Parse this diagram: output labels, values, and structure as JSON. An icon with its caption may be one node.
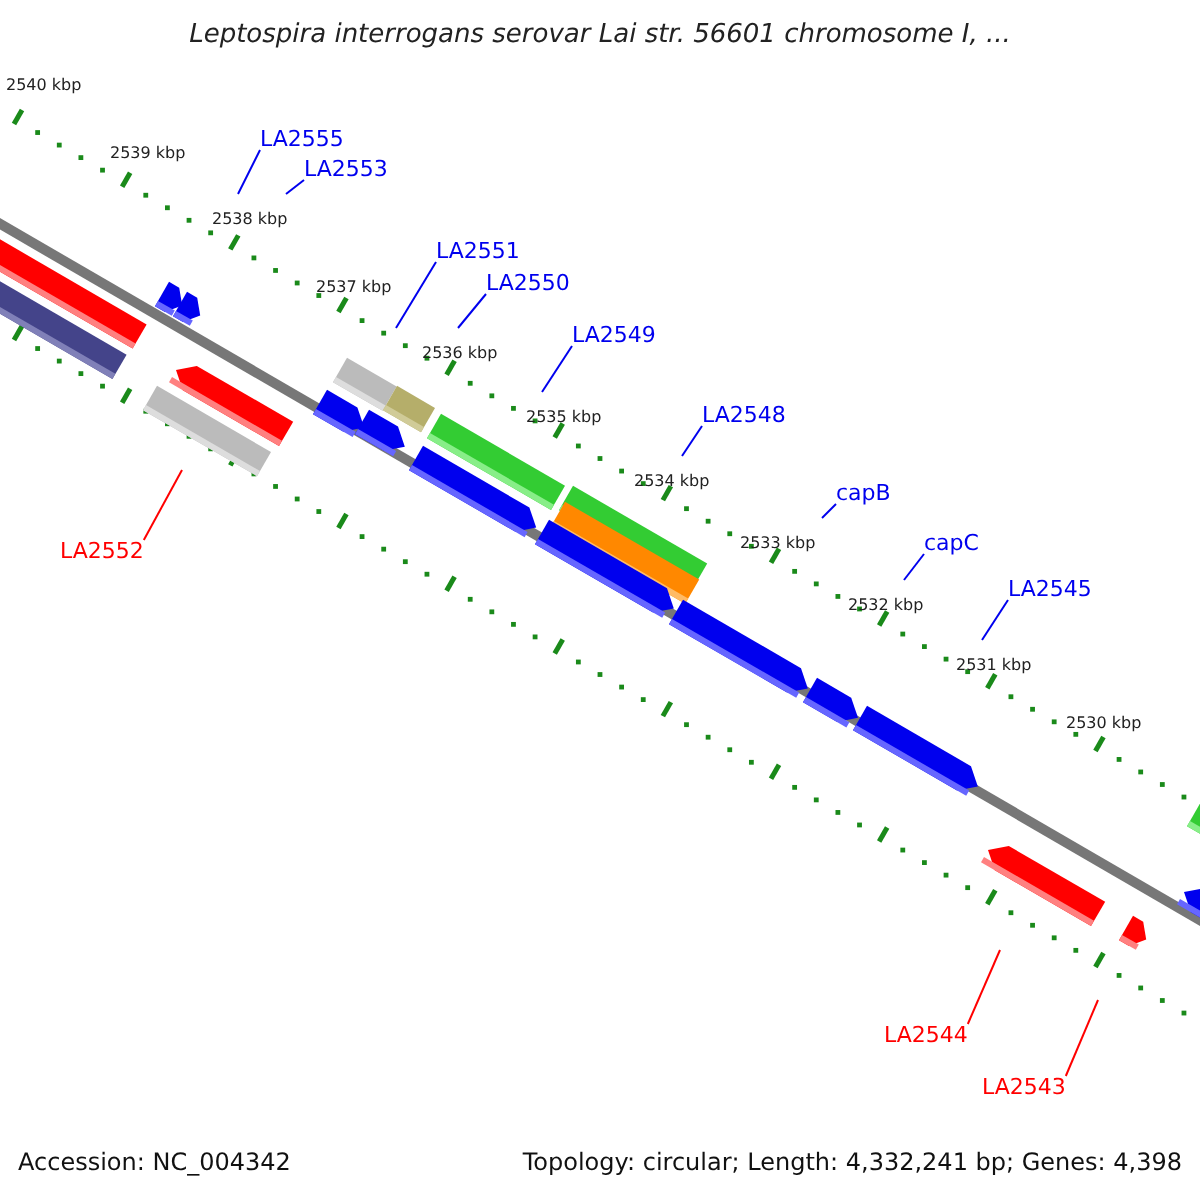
{
  "diagram": {
    "title": "Leptospira interrogans serovar Lai str. 56601 chromosome I, ...",
    "nodes": [
      {
        "text": [
          "LA2555"
        ]
      },
      {
        "text": [
          "LA2553"
        ]
      },
      {
        "text": [
          "LA2551"
        ]
      },
      {
        "text": [
          "LA2550"
        ]
      },
      {
        "text": [
          "LA2549"
        ]
      },
      {
        "text": [
          "LA2548"
        ]
      },
      {
        "text": [
          "capB"
        ]
      },
      {
        "text": [
          "capC"
        ]
      },
      {
        "text": [
          "LA2545"
        ]
      },
      {
        "text": [
          "LA2552"
        ]
      },
      {
        "text": [
          "LA2544"
        ]
      },
      {
        "text": [
          "LA2543"
        ]
      }
    ],
    "edges": [
      {
        "from": 0,
        "to": null,
        "arrow": "none"
      },
      {
        "from": 1,
        "to": null,
        "arrow": "none"
      },
      {
        "from": 2,
        "to": null,
        "arrow": "none"
      },
      {
        "from": 3,
        "to": null,
        "arrow": "none"
      },
      {
        "from": 4,
        "to": null,
        "arrow": "none"
      },
      {
        "from": 5,
        "to": null,
        "arrow": "none"
      },
      {
        "from": 6,
        "to": null,
        "arrow": "none"
      },
      {
        "from": 7,
        "to": null,
        "arrow": "none"
      },
      {
        "from": 8,
        "to": null,
        "arrow": "none"
      },
      {
        "from": 9,
        "to": null,
        "arrow": "none",
        "color": "#ff0000"
      },
      {
        "from": 10,
        "to": null,
        "arrow": "none",
        "color": "#ff0000"
      },
      {
        "from": 11,
        "to": null,
        "arrow": "none",
        "color": "#ff0000"
      }
    ],
    "labels": [
      "2540 kbp",
      "2539 kbp",
      "2538 kbp",
      "2537 kbp",
      "2536 kbp",
      "2535 kbp",
      "2534 kbp",
      "2533 kbp",
      "2532 kbp",
      "2531 kbp",
      "2530 kbp",
      "Accession: NC_004342",
      "Topology: circular; Length: 4,332,241 bp; Genes: 4,398"
    ]
  }
}
